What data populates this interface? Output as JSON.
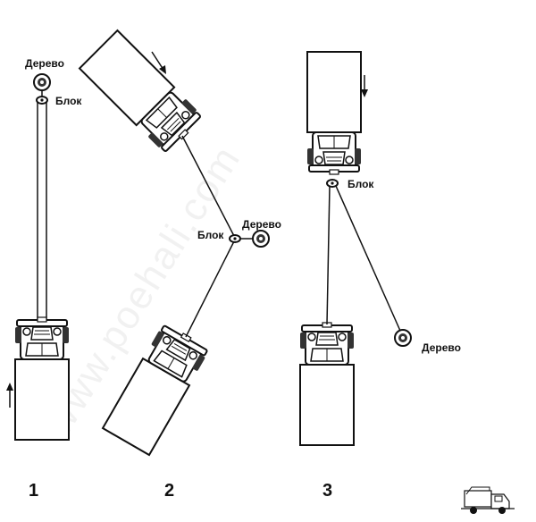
{
  "watermark": "www.poehali.com",
  "scenarios": [
    {
      "number": "1",
      "tree_label": "Дерево",
      "block_label": "Блок"
    },
    {
      "number": "2",
      "tree_label": "Дерево",
      "block_label": "Блок"
    },
    {
      "number": "3",
      "tree_label": "Дерево",
      "block_label": "Блок"
    }
  ],
  "logo_icon": "truck-logo-icon"
}
